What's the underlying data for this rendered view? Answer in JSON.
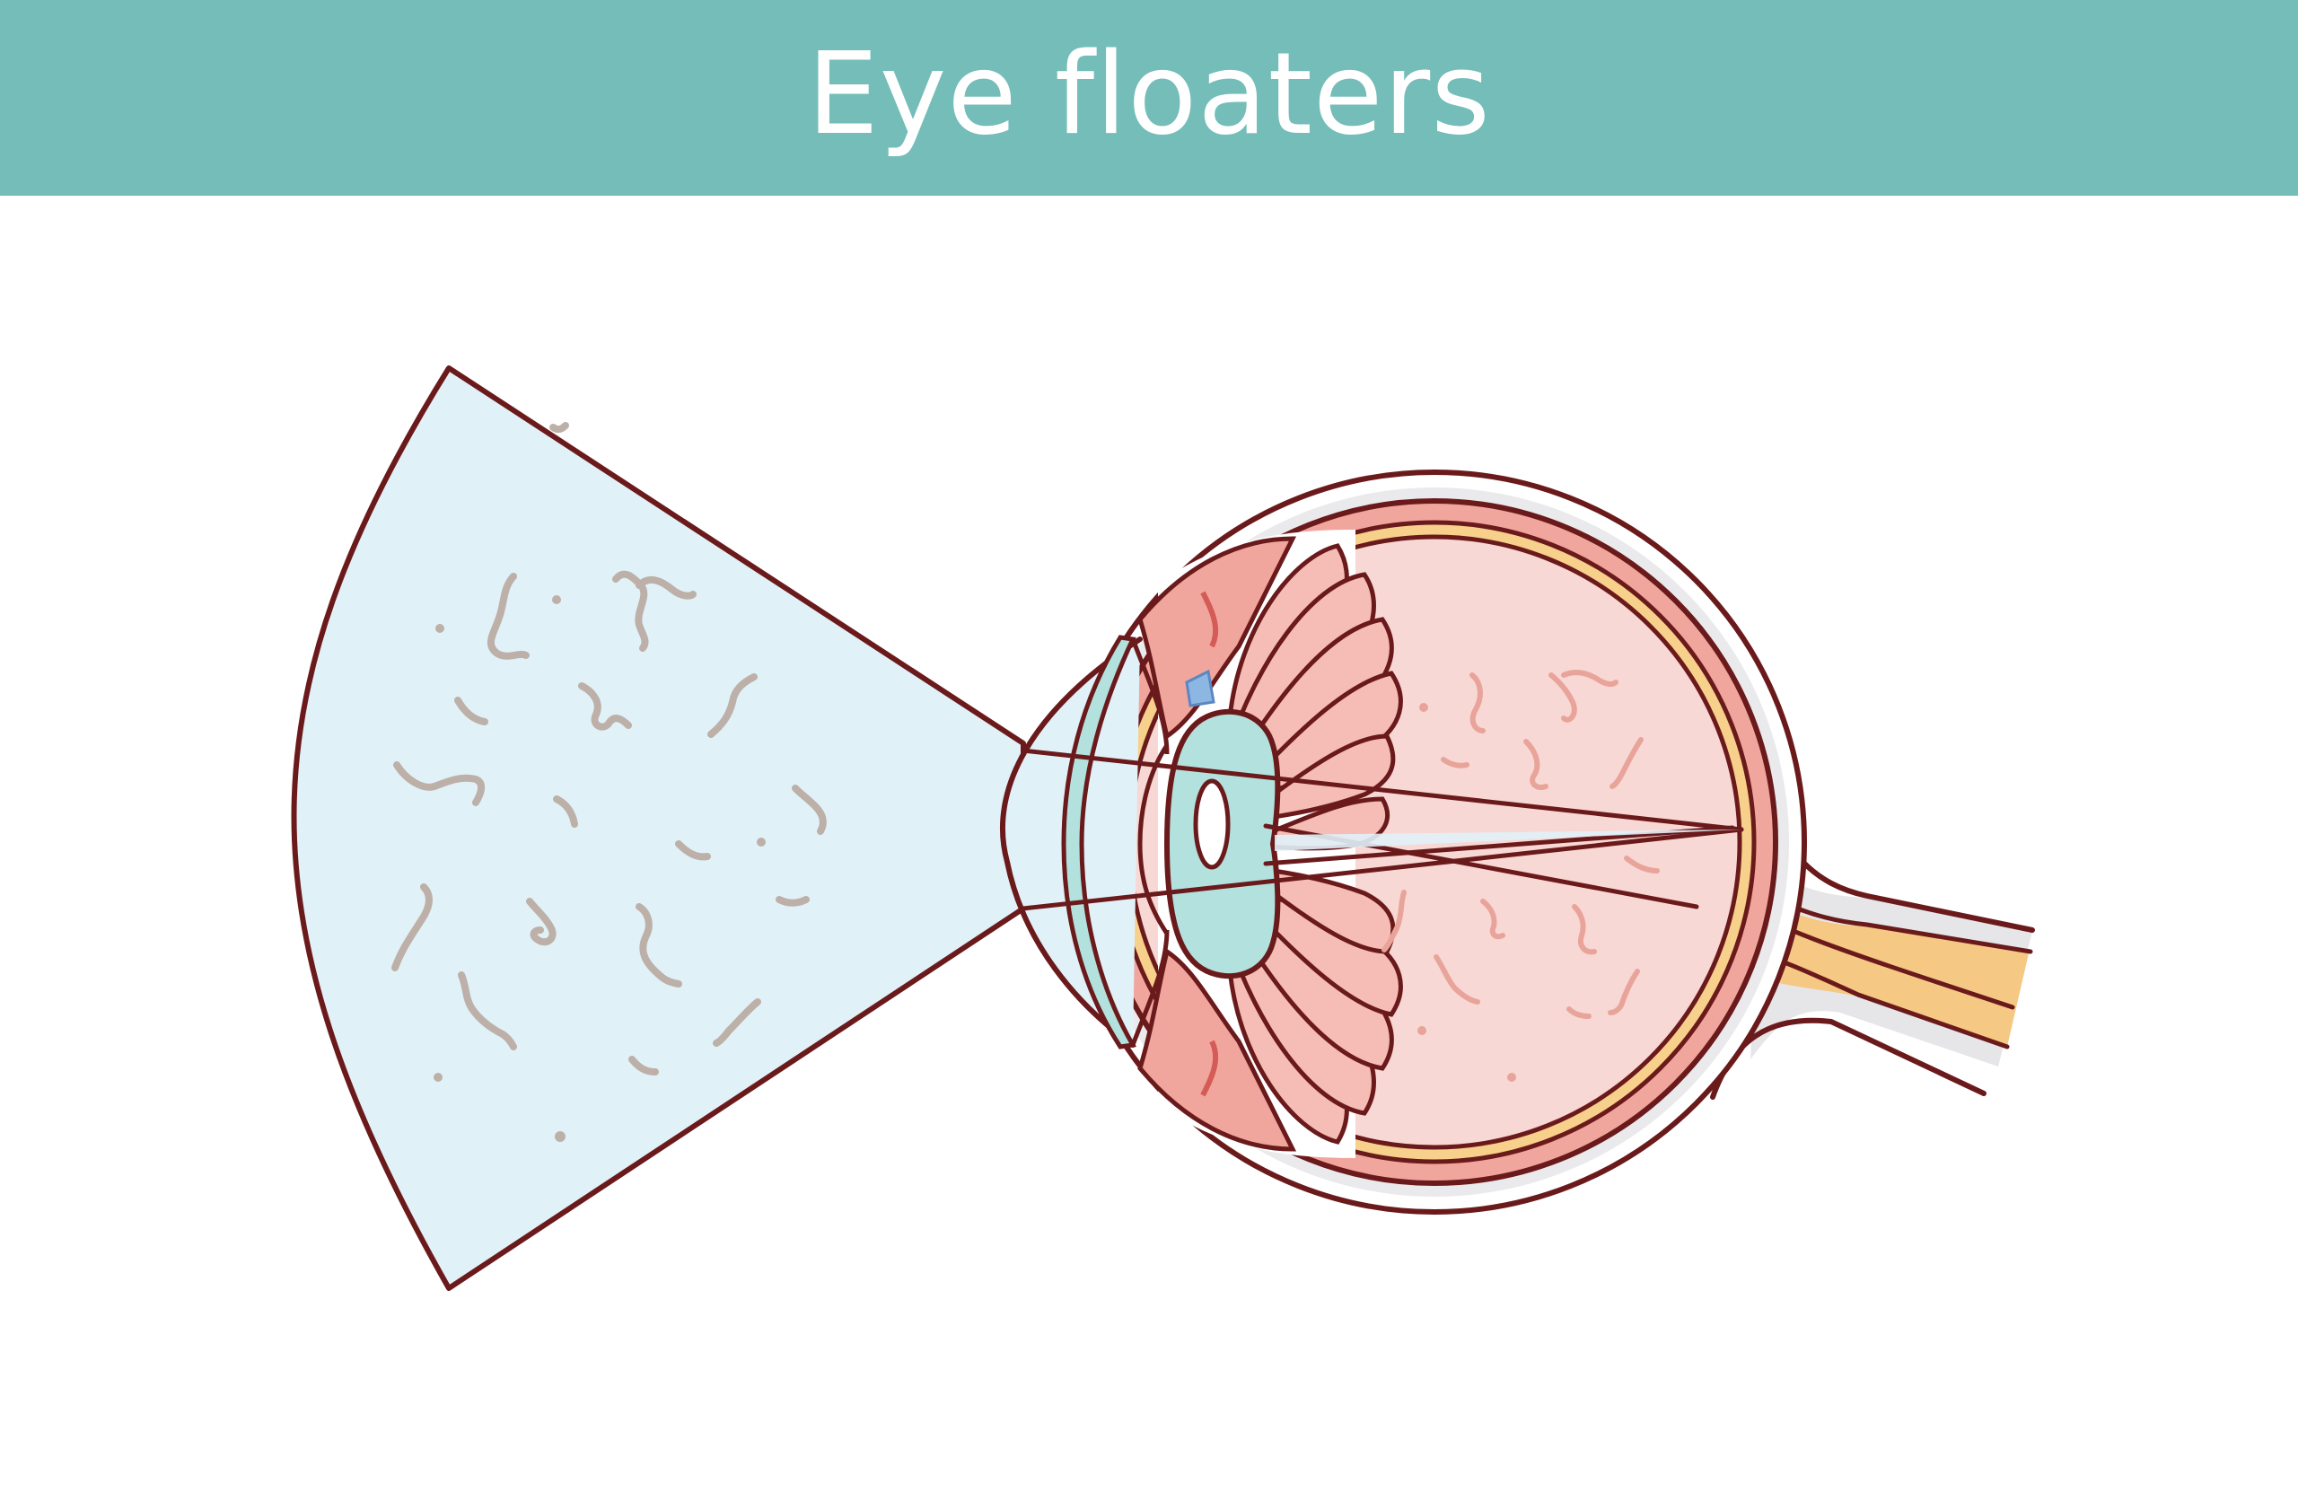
{
  "title": "Eye floaters",
  "colors": {
    "header_background": "#74bdb8",
    "title_text": "#ffffff",
    "outline": "#6b1a1c",
    "visual_field": "#e1f1f8",
    "floater_visual_field": "#bdb0a8",
    "sclera": "#eaeaec",
    "choroid": "#f0a69d",
    "retina": "#f7d08b",
    "vitreous": "#f8d8d4",
    "floater_vitreous": "#e8a49a",
    "ciliary_body": "#f5bdb6",
    "lens": "#b2e1de",
    "suspensory_ligaments": "#8db7e3",
    "optic_nerve": "#f5c883"
  },
  "icons": {
    "visual_field": "visual-field-cone",
    "eyeball": "eyeball-cross-section",
    "optic_nerve": "optic-nerve",
    "floaters": "floater-squiggles"
  }
}
